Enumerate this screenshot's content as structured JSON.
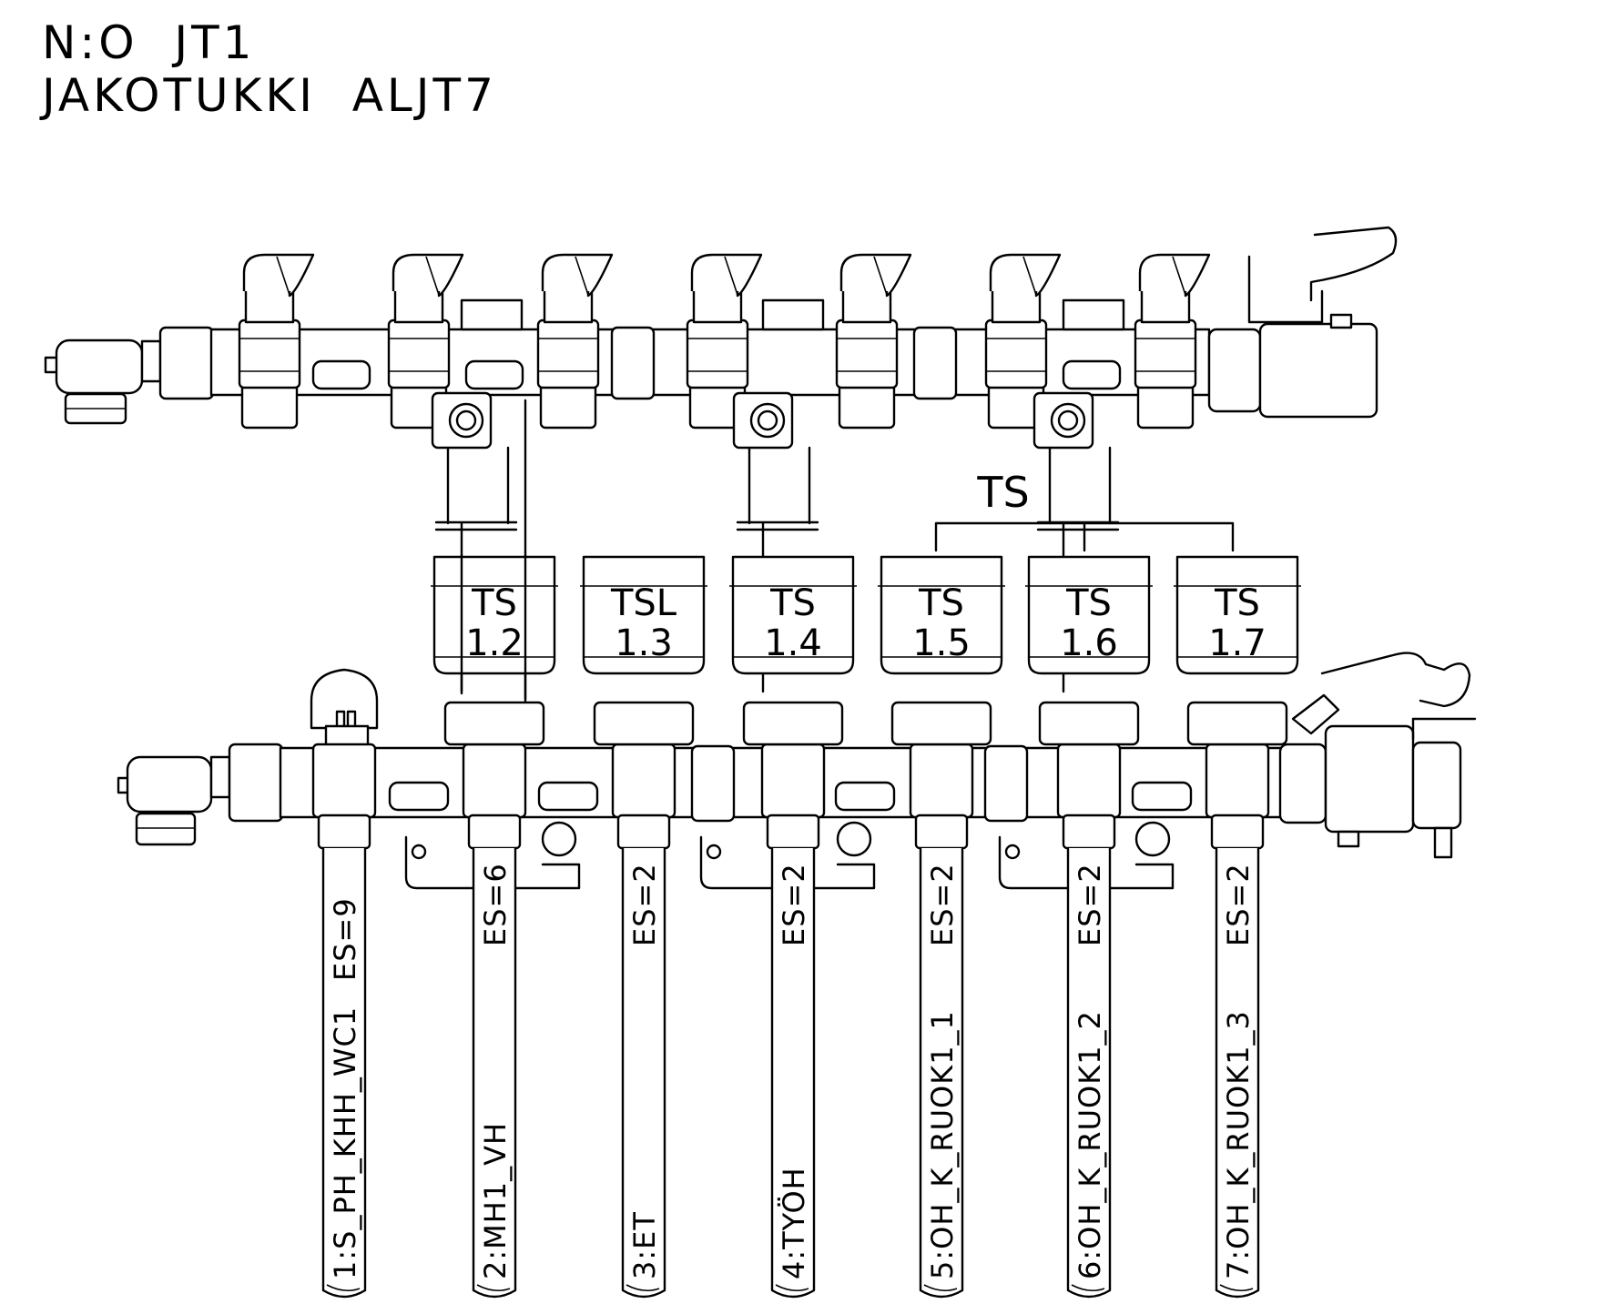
{
  "header": {
    "line1": "N:O  JT1",
    "line2": "JAKOTUKKI  ALJT7"
  },
  "group_label": "TS",
  "actuators": [
    {
      "type": "TS",
      "num": "1.2"
    },
    {
      "type": "TSL",
      "num": "1.3"
    },
    {
      "type": "TS",
      "num": "1.4"
    },
    {
      "type": "TS",
      "num": "1.5"
    },
    {
      "type": "TS",
      "num": "1.6"
    },
    {
      "type": "TS",
      "num": "1.7"
    }
  ],
  "loops": [
    {
      "name": "1:S_PH_KHH_WC1",
      "es": "ES=9"
    },
    {
      "name": "2:MH1_VH",
      "es": "ES=6"
    },
    {
      "name": "3:ET",
      "es": "ES=2"
    },
    {
      "name": "4:TYÖH",
      "es": "ES=2"
    },
    {
      "name": "5:OH_K_RUOK1_1",
      "es": "ES=2"
    },
    {
      "name": "6:OH_K_RUOK1_2",
      "es": "ES=2"
    },
    {
      "name": "7:OH_K_RUOK1_3",
      "es": "ES=2"
    }
  ]
}
